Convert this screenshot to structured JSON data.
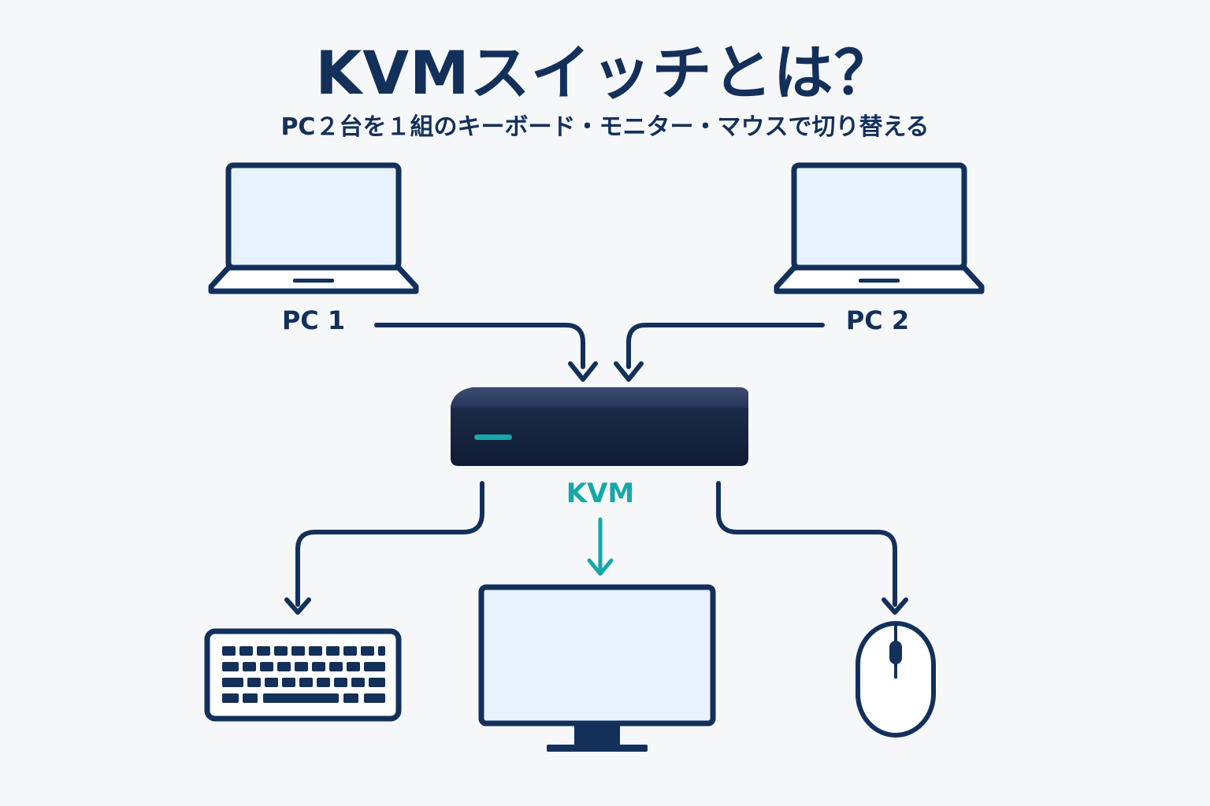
{
  "title": "KVMスイッチとは？",
  "subtitle": "PC２台を１組のキーボード・モニター・マウスで切り替える",
  "nodes": {
    "pc1": {
      "label": "PC 1"
    },
    "pc2": {
      "label": "PC 2"
    },
    "kvm": {
      "label": "KVM"
    }
  },
  "colors": {
    "navy": "#13305a",
    "accent": "#16a8a8",
    "screen": "#e8f2fd",
    "device": "#1a2a48",
    "background": "#f6f7f9"
  },
  "icons": [
    "laptop-icon",
    "laptop-icon",
    "kvm-switch-icon",
    "keyboard-icon",
    "monitor-icon",
    "mouse-icon"
  ]
}
